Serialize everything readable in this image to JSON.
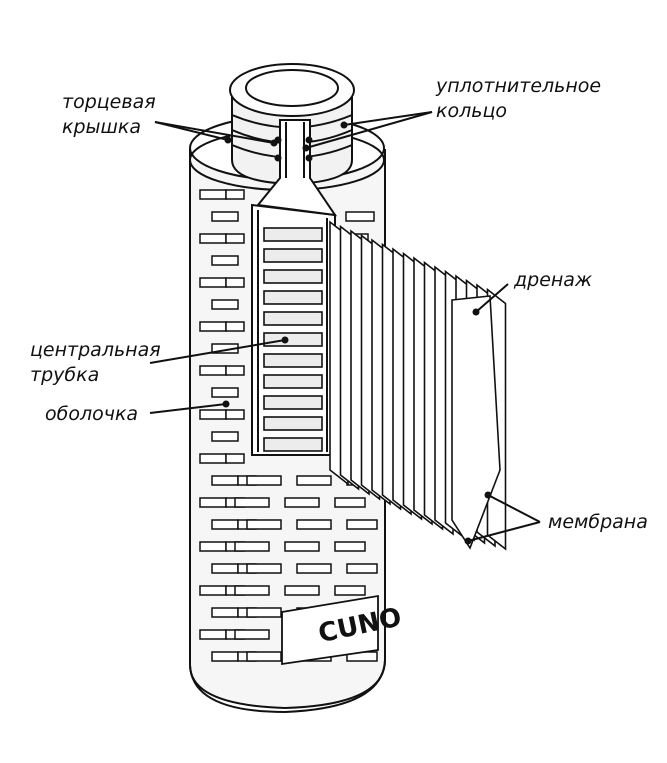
{
  "diagram": {
    "labels": {
      "end_cap": [
        "торцевая",
        "крышка"
      ],
      "seal_ring": [
        "уплотнительное",
        "кольцо"
      ],
      "drainage": "дренаж",
      "center_tube": [
        "центральная",
        "трубка"
      ],
      "shell": "оболочка",
      "membrane": "мембрана"
    },
    "brand_mark": "CUNO",
    "colors": {
      "line": "#111111",
      "fill": "#ffffff",
      "shade": "#e9e9e9"
    }
  }
}
